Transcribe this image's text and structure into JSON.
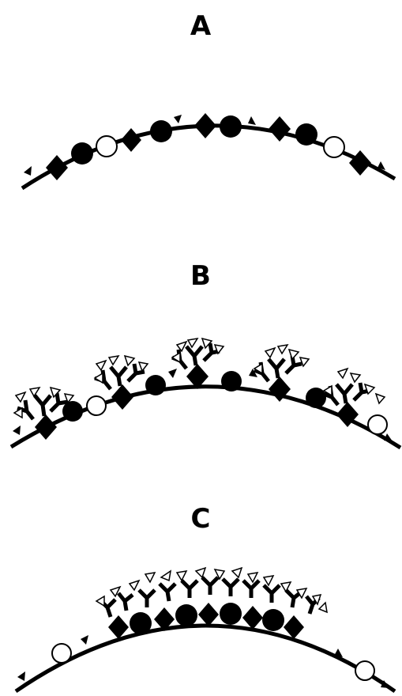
{
  "panels": [
    {
      "label": "A"
    },
    {
      "label": "B"
    },
    {
      "label": "C"
    }
  ],
  "colors": {
    "ink": "#000000",
    "paper": "#ffffff"
  },
  "symbols": {
    "filled_circle": "filled-circle-protein",
    "open_circle": "open-circle-protein",
    "diamond": "filled-diamond-protein",
    "small_triangle": "small-filled-triangle-marker",
    "y_shape": "y-shaped-receptor-complex",
    "open_triangle": "open-triangle-ligand"
  }
}
